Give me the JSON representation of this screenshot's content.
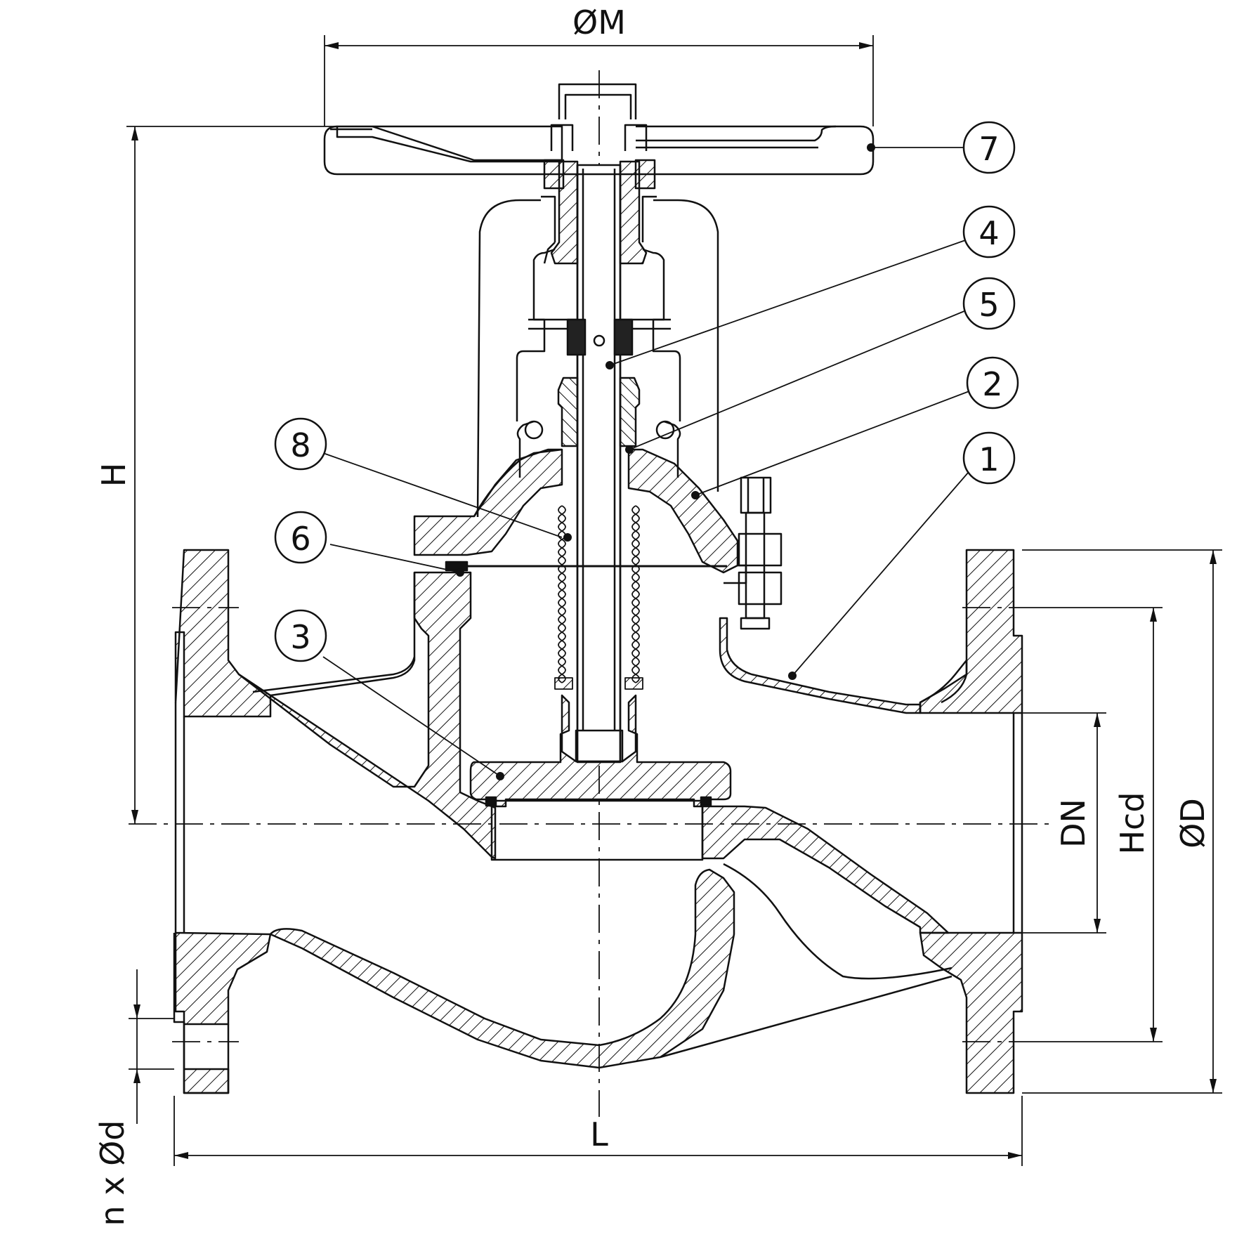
{
  "dimensions": {
    "M": "ØM",
    "H": "H",
    "L": "L",
    "DN": "DN",
    "Hcd": "Hcd",
    "D": "ØD",
    "holes": "n x Ød"
  },
  "callouts": [
    {
      "id": "1",
      "label": "1"
    },
    {
      "id": "2",
      "label": "2"
    },
    {
      "id": "3",
      "label": "3"
    },
    {
      "id": "4",
      "label": "4"
    },
    {
      "id": "5",
      "label": "5"
    },
    {
      "id": "6",
      "label": "6"
    },
    {
      "id": "7",
      "label": "7"
    },
    {
      "id": "8",
      "label": "8"
    }
  ],
  "colors": {
    "line": "#111111",
    "background": "#ffffff"
  }
}
